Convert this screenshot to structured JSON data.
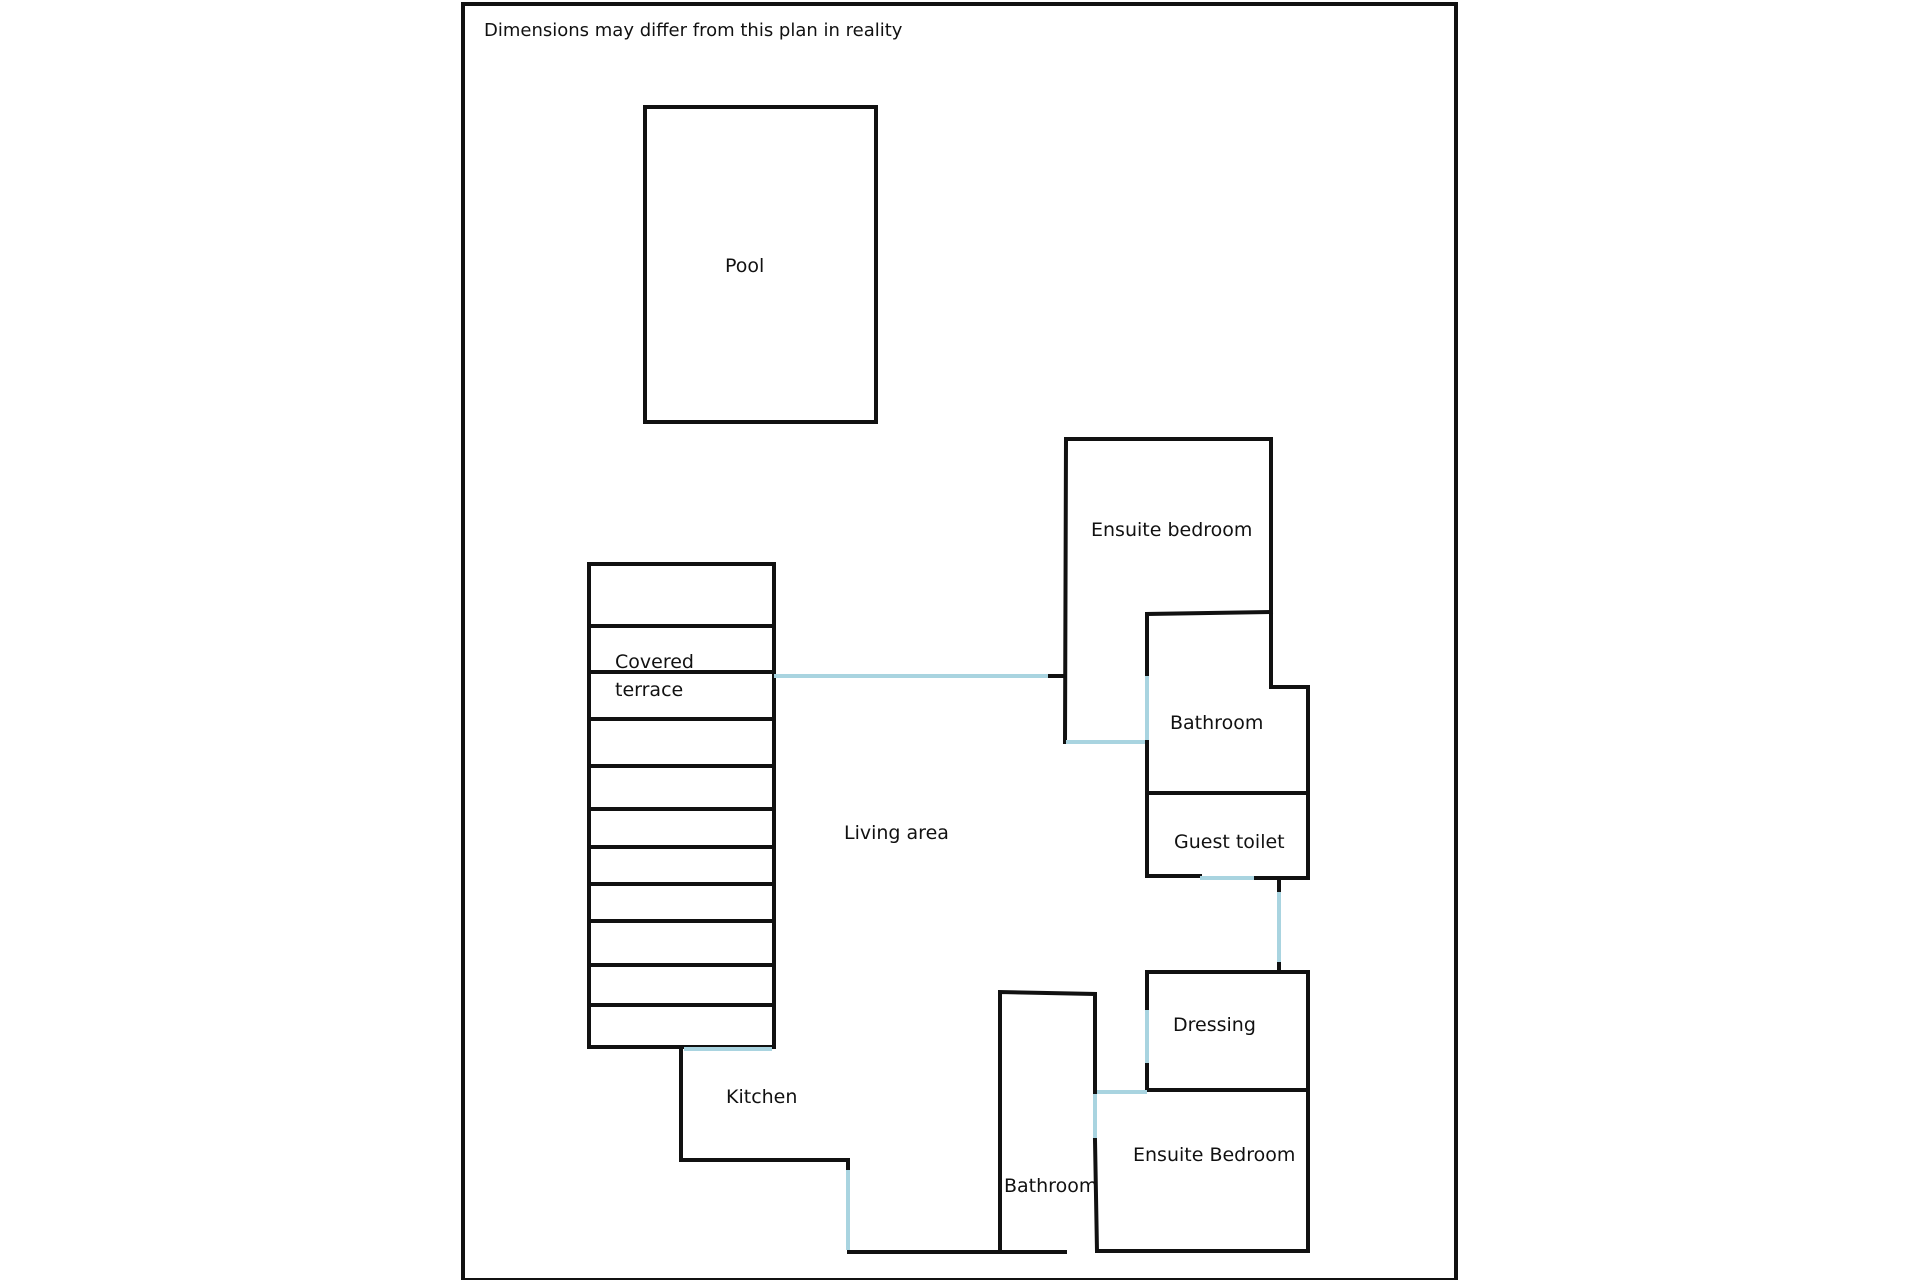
{
  "note": "Dimensions may differ from this plan in reality",
  "rooms": {
    "pool": "Pool",
    "ensuite_bedroom_top": "Ensuite bedroom",
    "covered_terrace_line1": "Covered",
    "covered_terrace_line2": "terrace",
    "bathroom_right": "Bathroom",
    "living_area": "Living area",
    "guest_toilet": "Guest toilet",
    "dressing": "Dressing",
    "kitchen": "Kitchen",
    "ensuite_bedroom_bottom": "Ensuite Bedroom",
    "bathroom_bottom": "Bathroom"
  },
  "colors": {
    "wall": "#111111",
    "door": "#a9d4e0"
  }
}
